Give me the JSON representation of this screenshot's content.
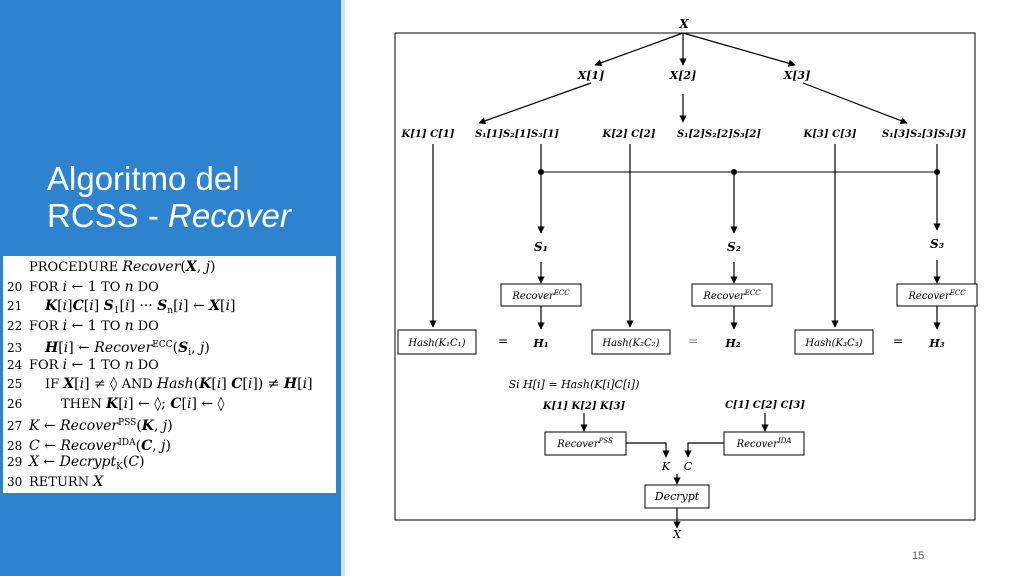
{
  "slide": {
    "title_line1": "Algoritmo del",
    "title_line2_plain": "RCSS - ",
    "title_line2_italic": "Recover",
    "page_number": "15"
  },
  "algorithm": [
    {
      "n": "",
      "segs": [
        [
          "kw",
          "PROCEDURE "
        ],
        [
          "it",
          "Recover"
        ],
        [
          "t",
          "("
        ],
        [
          "b",
          "X"
        ],
        [
          "t",
          ", "
        ],
        [
          "it",
          "j"
        ],
        [
          "t",
          ")"
        ]
      ]
    },
    {
      "n": "20",
      "indent": 0,
      "segs": [
        [
          "kw",
          "FOR "
        ],
        [
          "it",
          "i"
        ],
        [
          "t",
          " ← 1 "
        ],
        [
          "kw",
          "TO "
        ],
        [
          "it",
          "n"
        ],
        [
          "kw",
          " DO"
        ]
      ]
    },
    {
      "n": "21",
      "indent": 1,
      "segs": [
        [
          "b",
          "K"
        ],
        [
          "t",
          "["
        ],
        [
          "it",
          "i"
        ],
        [
          "t",
          "]"
        ],
        [
          "b",
          "C"
        ],
        [
          "t",
          "["
        ],
        [
          "it",
          "i"
        ],
        [
          "t",
          "] "
        ],
        [
          "b",
          "S"
        ],
        [
          "sub",
          "1"
        ],
        [
          "t",
          "["
        ],
        [
          "it",
          "i"
        ],
        [
          "t",
          "] ··· "
        ],
        [
          "b",
          "S"
        ],
        [
          "sub",
          "n"
        ],
        [
          "t",
          "["
        ],
        [
          "it",
          "i"
        ],
        [
          "t",
          "] ← "
        ],
        [
          "b",
          "X"
        ],
        [
          "t",
          "["
        ],
        [
          "it",
          "i"
        ],
        [
          "t",
          "]"
        ]
      ]
    },
    {
      "n": "22",
      "indent": 0,
      "segs": [
        [
          "kw",
          "FOR "
        ],
        [
          "it",
          "i"
        ],
        [
          "t",
          " ← 1 "
        ],
        [
          "kw",
          "TO "
        ],
        [
          "it",
          "n"
        ],
        [
          "kw",
          " DO"
        ]
      ]
    },
    {
      "n": "23",
      "indent": 1,
      "segs": [
        [
          "b",
          "H"
        ],
        [
          "t",
          "["
        ],
        [
          "it",
          "i"
        ],
        [
          "t",
          "] ← "
        ],
        [
          "it",
          "Recover"
        ],
        [
          "sup",
          "ECC"
        ],
        [
          "t",
          "("
        ],
        [
          "b",
          "S"
        ],
        [
          "sub",
          "i"
        ],
        [
          "t",
          ", "
        ],
        [
          "it",
          "j"
        ],
        [
          "t",
          ")"
        ]
      ]
    },
    {
      "n": "24",
      "indent": 0,
      "segs": [
        [
          "kw",
          "FOR "
        ],
        [
          "it",
          "i"
        ],
        [
          "t",
          " ← 1 "
        ],
        [
          "kw",
          "TO "
        ],
        [
          "it",
          "n"
        ],
        [
          "kw",
          " DO"
        ]
      ]
    },
    {
      "n": "25",
      "indent": 1,
      "segs": [
        [
          "kw",
          "IF "
        ],
        [
          "b",
          "X"
        ],
        [
          "t",
          "["
        ],
        [
          "it",
          "i"
        ],
        [
          "t",
          "] ≠ ◊ "
        ],
        [
          "kw",
          "AND "
        ],
        [
          "it",
          "Hash"
        ],
        [
          "t",
          "("
        ],
        [
          "b",
          "K"
        ],
        [
          "t",
          "["
        ],
        [
          "it",
          "i"
        ],
        [
          "t",
          "] "
        ],
        [
          "b",
          "C"
        ],
        [
          "t",
          "["
        ],
        [
          "it",
          "i"
        ],
        [
          "t",
          "]) ≠ "
        ],
        [
          "b",
          "H"
        ],
        [
          "t",
          "["
        ],
        [
          "it",
          "i"
        ],
        [
          "t",
          "]"
        ]
      ]
    },
    {
      "n": "26",
      "indent": 2,
      "segs": [
        [
          "kw",
          "THEN "
        ],
        [
          "b",
          "K"
        ],
        [
          "t",
          "["
        ],
        [
          "it",
          "i"
        ],
        [
          "t",
          "] ← ◊; "
        ],
        [
          "b",
          "C"
        ],
        [
          "t",
          "["
        ],
        [
          "it",
          "i"
        ],
        [
          "t",
          "] ← ◊"
        ]
      ]
    },
    {
      "n": "27",
      "indent": 0,
      "segs": [
        [
          "it",
          "K"
        ],
        [
          "t",
          " ← "
        ],
        [
          "it",
          "Recover"
        ],
        [
          "sup",
          "PSS"
        ],
        [
          "t",
          "("
        ],
        [
          "b",
          "K"
        ],
        [
          "t",
          ", "
        ],
        [
          "it",
          "j"
        ],
        [
          "t",
          ")"
        ]
      ]
    },
    {
      "n": "28",
      "indent": 0,
      "segs": [
        [
          "it",
          "C"
        ],
        [
          "t",
          " ← "
        ],
        [
          "it",
          "Recover"
        ],
        [
          "sup",
          "IDA"
        ],
        [
          "t",
          "("
        ],
        [
          "b",
          "C"
        ],
        [
          "t",
          ", "
        ],
        [
          "it",
          "j"
        ],
        [
          "t",
          ")"
        ]
      ]
    },
    {
      "n": "29",
      "indent": 0,
      "segs": [
        [
          "it",
          "X"
        ],
        [
          "t",
          " ← "
        ],
        [
          "it",
          "Decrypt"
        ],
        [
          "sub",
          "K"
        ],
        [
          "t",
          "("
        ],
        [
          "it",
          "C"
        ],
        [
          "t",
          ")"
        ]
      ]
    },
    {
      "n": "30",
      "indent": 0,
      "segs": [
        [
          "kw",
          "RETURN "
        ],
        [
          "it",
          "X"
        ]
      ]
    }
  ],
  "diagram": {
    "top_X": "X",
    "x_items": [
      "X[1]",
      "X[2]",
      "X[3]"
    ],
    "kc_labels": [
      "K[1] C[1]",
      "K[2] C[2]",
      "K[3] C[3]"
    ],
    "s_labels": [
      "S₁[1]S₂[1]S₃[1]",
      "S₁[2]S₂[2]S₃[2]",
      "S₁[3]S₂[3]S₃[3]"
    ],
    "s_symbols": [
      "S₁",
      "S₂",
      "S₃"
    ],
    "recover_ecc": "Recover",
    "recover_ecc_sup": "ECC",
    "hash_labels": [
      "Hash(K₁C₁)",
      "Hash(K₂C₂)",
      "Hash(K₃C₃)"
    ],
    "equals": "=",
    "h_symbols": [
      "H₁",
      "H₂",
      "H₃"
    ],
    "condition": "Si H[i] = Hash(K[i]C[i])",
    "k_list": "K[1] K[2] K[3]",
    "c_list": "C[1] C[2] C[3]",
    "recover_pss": "Recover",
    "recover_pss_sup": "PSS",
    "recover_ida": "Recover",
    "recover_ida_sup": "IDA",
    "k_symbol": "K",
    "c_symbol": "C",
    "decrypt_label": "Decrypt",
    "bottom_X": "X"
  }
}
